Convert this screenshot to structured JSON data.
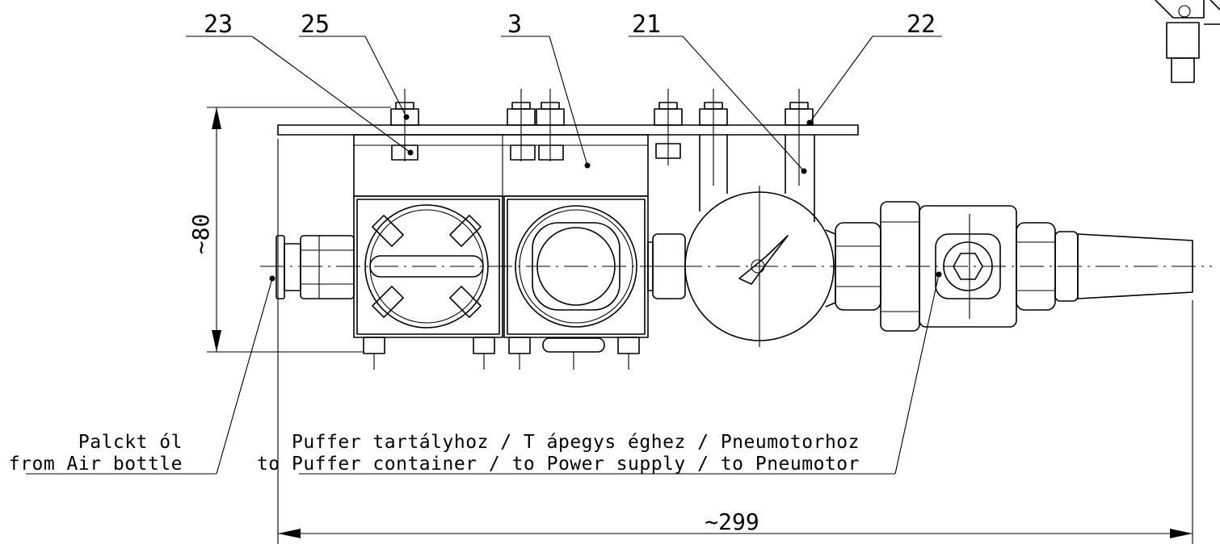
{
  "callouts": [
    "23",
    "25",
    "3",
    "21",
    "22"
  ],
  "notes": {
    "inlet_line1": "Palckt ól",
    "inlet_line2": "from Air bottle",
    "outlet_line1": "Puffer tartályhoz / T ápegys éghez / Pneumotorhoz",
    "outlet_line2": "to Puffer container / to Power supply / to Pneumotor"
  },
  "dimensions": {
    "height": "~80",
    "width": "~299"
  },
  "colors": {
    "ink": "#000000",
    "paper": "#ffffff"
  }
}
